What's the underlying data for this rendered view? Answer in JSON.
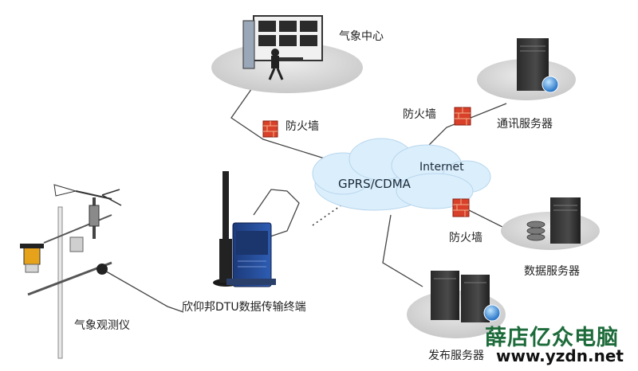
{
  "nodes": {
    "weather_center": "气象中心",
    "firewall_top_left": "防火墙",
    "firewall_top_right": "防火墙",
    "firewall_right": "防火墙",
    "comm_server": "通讯服务器",
    "data_server": "数据服务器",
    "publish_server": "发布服务器",
    "dtu": "欣仰邦DTU数据传输终端",
    "weather_instrument": "气象观测仪"
  },
  "cloud": {
    "gprs": "GPRS/CDMA",
    "internet": "Internet"
  },
  "watermark": {
    "brand": "薛店亿众电脑",
    "url": "www.yzdn.net"
  },
  "colors": {
    "cloud": "#dbeefb",
    "firewall": "#d8402a",
    "platform": "#d9d9d9",
    "watermark_brand": "#1d6b3a"
  }
}
